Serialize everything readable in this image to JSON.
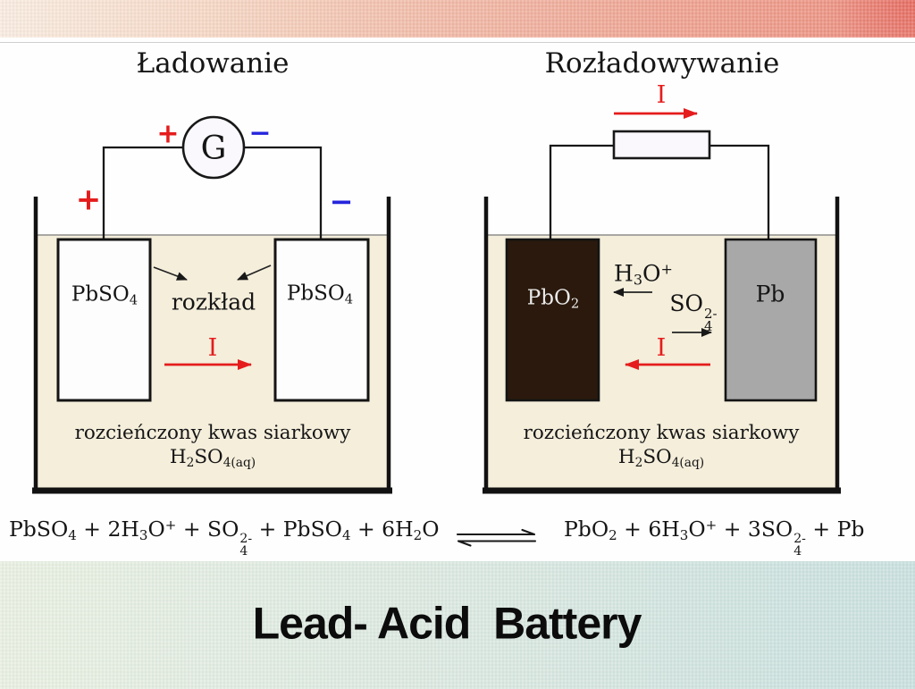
{
  "colors": {
    "red": "#e51c1c",
    "blue": "#2424dd",
    "black": "#181818",
    "liquid": "#f4eedb",
    "surface": "#8f8f8f",
    "electrode_white": "#fdfdfd",
    "electrode_dark": "#2a190c",
    "electrode_gray": "#a8a8a8",
    "component_fill": "#faf8fd"
  },
  "charging": {
    "title": "Ładowanie",
    "meter_label": "G",
    "plus_top": "+",
    "minus_top": "−",
    "plus_electrode": "+",
    "minus_electrode": "−",
    "left_electrode": "PbSO<sub>4</sub>",
    "right_electrode": "PbSO<sub>4</sub>",
    "process_label": "rozkład",
    "current_label": "I",
    "electrolyte_name": "rozcieńczony kwas siarkowy",
    "electrolyte_formula": "H<sub>2</sub>SO<sub>4(aq)</sub>"
  },
  "discharging": {
    "title": "Rozładowywanie",
    "current_label_top": "I",
    "current_label_bottom": "I",
    "left_electrode": "PbO<sub>2</sub>",
    "right_electrode": "Pb",
    "hydronium": "H<sub>3</sub>O<sup>+</sup>",
    "sulfate": "SO<span class=\"ss\"><span class=\"sst\">2-</span><span class=\"ssb\">4</span></span>",
    "electrolyte_name": "rozcieńczony kwas siarkowy",
    "electrolyte_formula": "H<sub>2</sub>SO<sub>4(aq)</sub>"
  },
  "equation": {
    "left": "PbSO<sub>4</sub> + 2H<sub>3</sub>O<sup>+</sup> + SO<span class=\"ss\"><span class=\"sst\">2-</span><span class=\"ssb\">4</span></span> + PbSO<sub>4</sub> + 6H<sub>2</sub>O",
    "right": "PbO<sub>2</sub> + 6H<sub>3</sub>O<sup>+</sup> + 3SO<span class=\"ss\"><span class=\"sst\">2-</span><span class=\"ssb\">4</span></span> + Pb"
  },
  "footer": {
    "title": "Lead- Acid  Battery"
  }
}
